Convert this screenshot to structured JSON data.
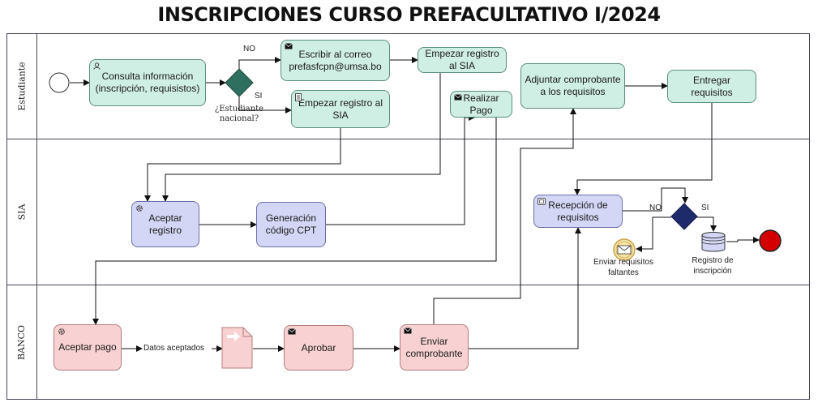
{
  "title": "INSCRIPCIONES CURSO PREFACULTATIVO I/2024",
  "lanes": [
    "Estudiante",
    "SIA",
    "BANCO"
  ],
  "tasks": {
    "consulta": "Consulta información (inscripción, requisistos)",
    "escribir": "Escribir al correo prefasfcpn@umsa.bo",
    "empezar_top": "Empezar registro al SIA",
    "empezar_mid": "Empezar registro al SIA",
    "realizar_pago": "Realizar Pago",
    "adjuntar": "Adjuntar comprobante a los requisitos",
    "entregar": "Entregar requisitos",
    "aceptar_registro": "Aceptar registro",
    "generacion": "Generación código CPT",
    "recepcion": "Recepción de requisitos",
    "aceptar_pago": "Aceptar pago",
    "aprobar": "Aprobar",
    "enviar_comprobante": "Enviar comprobante"
  },
  "gateway_question": "¿Estudiante nacional?",
  "labels": {
    "no_top": "NO",
    "si_top": "SI",
    "no_mid": "NO",
    "si_mid": "SI",
    "datos_aceptados": "Datos aceptados",
    "enviar_faltantes": "Enviar requisitos faltantes",
    "registro_inscripcion": "Registro de inscripción"
  },
  "icons": {
    "user": "user-task-icon",
    "envelope": "envelope-icon",
    "script": "script-task-icon",
    "gear": "gear-icon",
    "document": "document-icon",
    "database": "database-icon"
  },
  "colors": {
    "green_task": "#cfeee4",
    "blue_task": "#d3d6f5",
    "pink_task": "#f8d2d2",
    "gateway_teal": "#2f6f5f",
    "gateway_navy": "#1f2a6b",
    "end_red": "#d40000"
  }
}
